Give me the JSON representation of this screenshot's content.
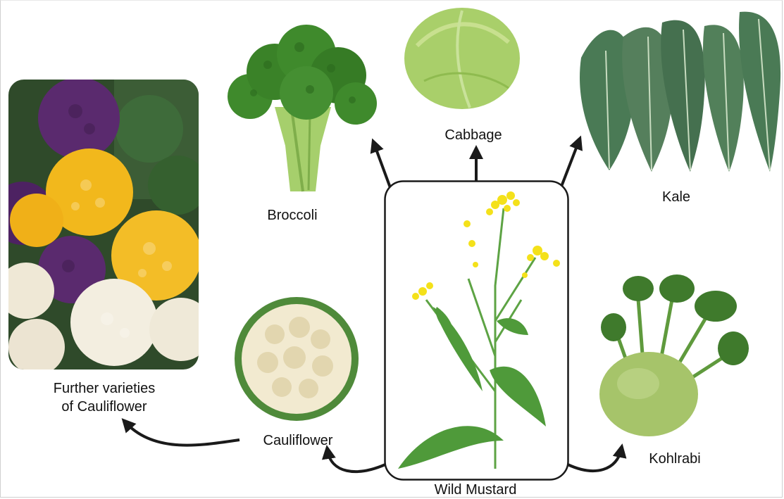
{
  "labels": {
    "broccoli": "Broccoli",
    "cabbage": "Cabbage",
    "kale": "Kale",
    "cauliflower": "Cauliflower",
    "kohlrabi": "Kohlrabi",
    "wild_mustard": "Wild Mustard",
    "further_varieties_line1": "Further varieties",
    "further_varieties_line2": "of Cauliflower"
  },
  "colors": {
    "broccoli_green": "#3f8a2c",
    "cabbage_green": "#a9cf6a",
    "kale_green": "#4a7a55",
    "cauliflower_cream": "#f2ead0",
    "cauliflower_purple": "#5a2a6e",
    "cauliflower_orange": "#f2b81c",
    "kohlrabi_green": "#a6c46a",
    "mustard_yellow": "#f4e11a",
    "mustard_leaf": "#4f9a3a",
    "arrow": "#1a1a1a"
  }
}
